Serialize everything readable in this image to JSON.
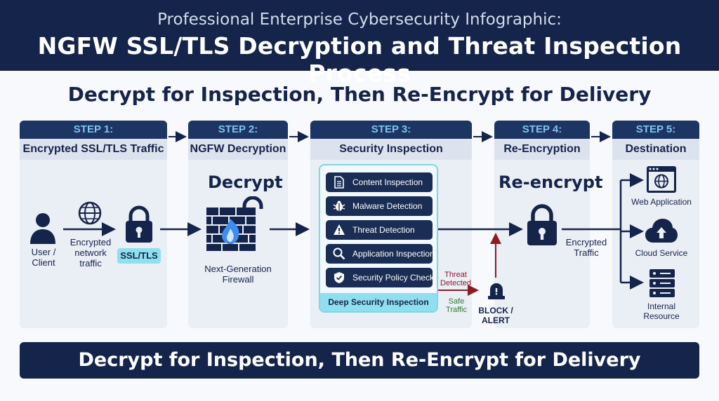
{
  "header": {
    "subtitle": "Professional Enterprise Cybersecurity Infographic:",
    "title": "NGFW SSL/TLS Decryption and Threat Inspection Process"
  },
  "tagline": "Decrypt for Inspection, Then Re-Encrypt for Delivery",
  "steps": [
    {
      "step": "STEP 1:",
      "title": "Encrypted SSL/TLS Traffic"
    },
    {
      "step": "STEP 2:",
      "title": "NGFW Decryption"
    },
    {
      "step": "STEP 3:",
      "title": "Security Inspection"
    },
    {
      "step": "STEP 4:",
      "title": "Re-Encryption"
    },
    {
      "step": "STEP 5:",
      "title": "Destination"
    }
  ],
  "step1": {
    "user_label": "User /\nClient",
    "traffic_label": "Encrypted\nnetwork\ntraffic",
    "badge": "SSL/TLS"
  },
  "step2": {
    "heading": "Decrypt",
    "firewall_label": "Next-Generation\nFirewall"
  },
  "step3": {
    "checks": [
      {
        "label": "Content Inspection",
        "icon": "document-icon"
      },
      {
        "label": "Malware Detection",
        "icon": "bug-icon"
      },
      {
        "label": "Threat Detection",
        "icon": "warning-icon"
      },
      {
        "label": "Application Inspection",
        "icon": "magnifier-icon"
      },
      {
        "label": "Security Policy Check",
        "icon": "shield-check-icon"
      }
    ],
    "footer": "Deep Security Inspection",
    "threat_label": "Threat\nDetected",
    "safe_label": "Safe\nTraffic",
    "block_label": "BLOCK /\nALERT"
  },
  "step4": {
    "heading": "Re-encrypt",
    "traffic_label": "Encrypted\nTraffic"
  },
  "step5": {
    "destinations": [
      {
        "label": "Web Application",
        "icon": "browser-globe-icon"
      },
      {
        "label": "Cloud Service",
        "icon": "cloud-upload-icon"
      },
      {
        "label": "Internal\nResource",
        "icon": "server-icon"
      }
    ]
  },
  "footer": "Decrypt for Inspection, Then Re-Encrypt for Delivery",
  "colors": {
    "navy": "#15244a",
    "step_header": "#1d3563",
    "step_text": "#7fc3f2",
    "accent_cyan": "#8ee0ee",
    "threat_red": "#8b1c24",
    "safe_green": "#2e7d32",
    "fire_blue": "#3d8ef0"
  }
}
